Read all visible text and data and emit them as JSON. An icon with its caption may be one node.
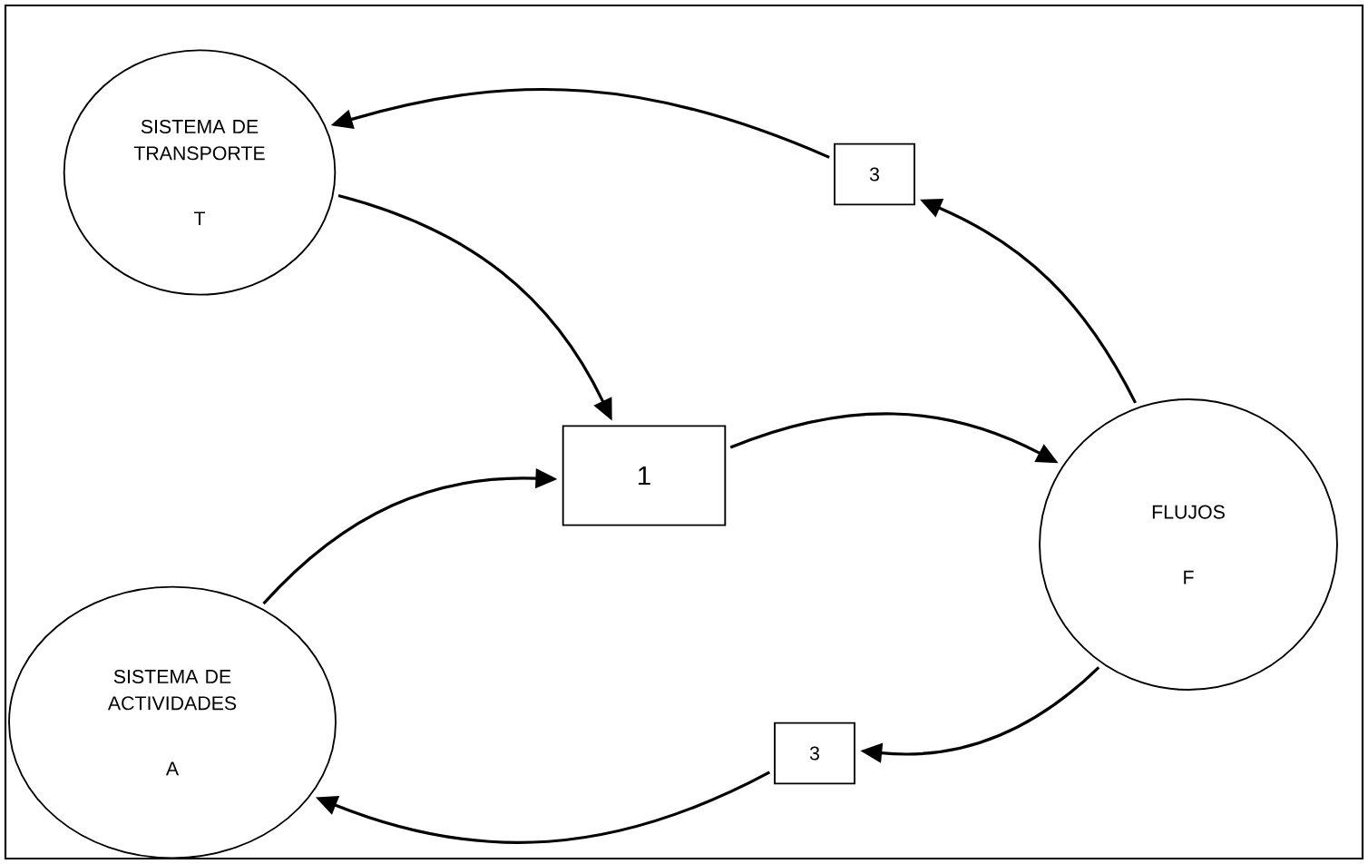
{
  "diagram": {
    "nodes": [
      {
        "text": [
          "SISTEMA DE TRANSPORTE",
          "T"
        ]
      },
      {
        "text": [
          "1"
        ]
      },
      {
        "text": [
          "FLUJOS",
          "F"
        ]
      },
      {
        "text": [
          "SISTEMA DE ACTIVIDADES",
          "A"
        ]
      },
      {
        "text": [
          "3"
        ]
      },
      {
        "text": [
          "3"
        ]
      }
    ],
    "edges": [
      {
        "from": 0,
        "to": 1,
        "arrow": "to"
      },
      {
        "from": 1,
        "to": 2,
        "arrow": "to"
      },
      {
        "from": 2,
        "to": 5,
        "arrow": "to"
      },
      {
        "from": 5,
        "to": 3,
        "arrow": "to"
      },
      {
        "from": 3,
        "to": 1,
        "arrow": "to"
      },
      {
        "from": 2,
        "to": 4,
        "arrow": "to"
      },
      {
        "from": 4,
        "to": 0,
        "arrow": "to"
      }
    ]
  }
}
